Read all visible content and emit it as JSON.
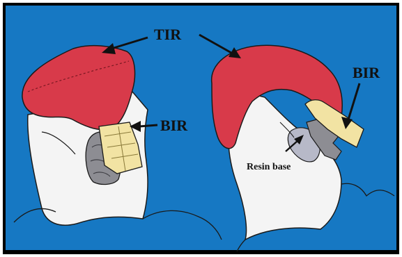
{
  "labels": {
    "tir": "TIR",
    "bir_left": "BIR",
    "bir_right": "BIR",
    "resin_base": "Resin base"
  },
  "colors": {
    "background": "#1678c3",
    "frame": "#000000",
    "tooth": "#f4f4f4",
    "tir_red": "#d83a4a",
    "bir_yellow": "#f2e3a3",
    "bracket_gray": "#8d8d93",
    "resin_gray": "#b7b9c8",
    "outline": "#1a1a1a"
  }
}
